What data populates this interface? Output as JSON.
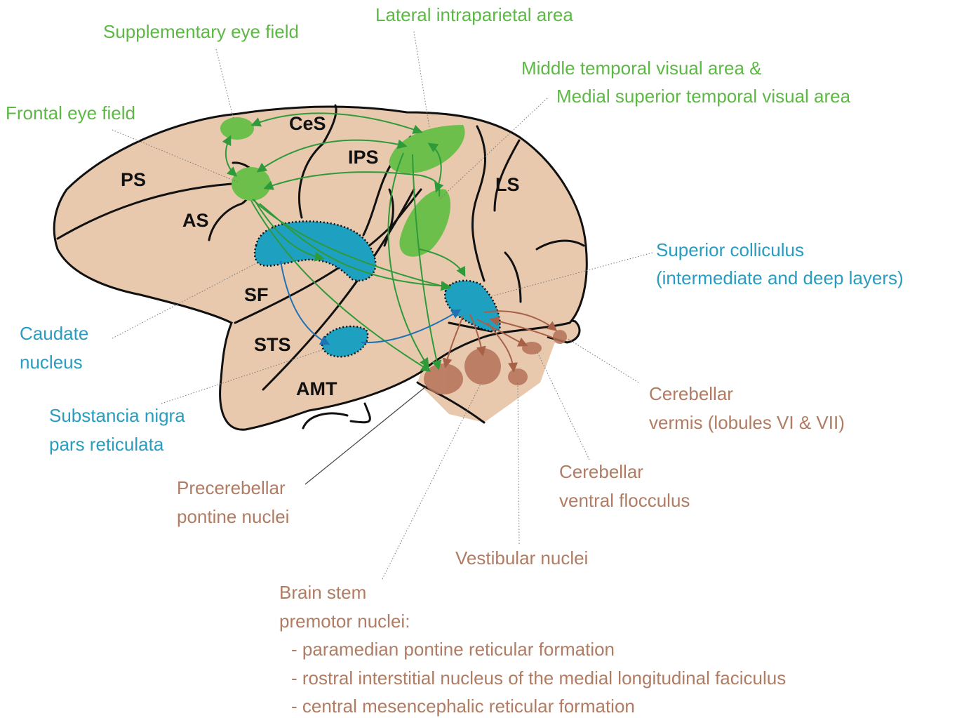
{
  "colors": {
    "cortex": "#e8c9ad",
    "cerebellum_area": "#e8c9ad",
    "oculomotor_green": "#6cbf4a",
    "arrow_green": "#2e9a3a",
    "subcortical_blue": "#1ea0c0",
    "arrow_blue": "#1f72b5",
    "brainstem_brown": "#b5735a",
    "label_green": "#5db845",
    "label_blue": "#2a9cc0",
    "label_brown": "#b07c63"
  },
  "labels": {
    "sef": "Supplementary eye field",
    "lip": "Lateral intraparietal area",
    "mt_line1": "Middle temporal visual area &",
    "mt_line2": "Medial superior temporal visual area",
    "fef": "Frontal eye field",
    "sc_line1": "Superior colliculus",
    "sc_line2": "(intermediate and deep layers)",
    "caudate_line1": "Caudate",
    "caudate_line2": "nucleus",
    "snr_line1": "Substancia nigra",
    "snr_line2": "pars reticulata",
    "vermis_line1": "Cerebellar",
    "vermis_line2": "vermis (lobules VI & VII)",
    "floc_line1": "Cerebellar",
    "floc_line2": "ventral flocculus",
    "pontine_line1": "Precerebellar",
    "pontine_line2": "pontine nuclei",
    "vestibular": "Vestibular nuclei",
    "brainstem_line1": "Brain stem",
    "brainstem_line2": "premotor nuclei:",
    "brainstem_items": [
      "- paramedian pontine reticular formation",
      "- rostral interstitial nucleus of the medial longitudinal faciculus",
      "- central mesencephalic reticular formation"
    ]
  },
  "sulci": {
    "ces": "CeS",
    "ips": "IPS",
    "ps": "PS",
    "as": "AS",
    "ls": "LS",
    "sf": "SF",
    "sts": "STS",
    "amt": "AMT"
  }
}
